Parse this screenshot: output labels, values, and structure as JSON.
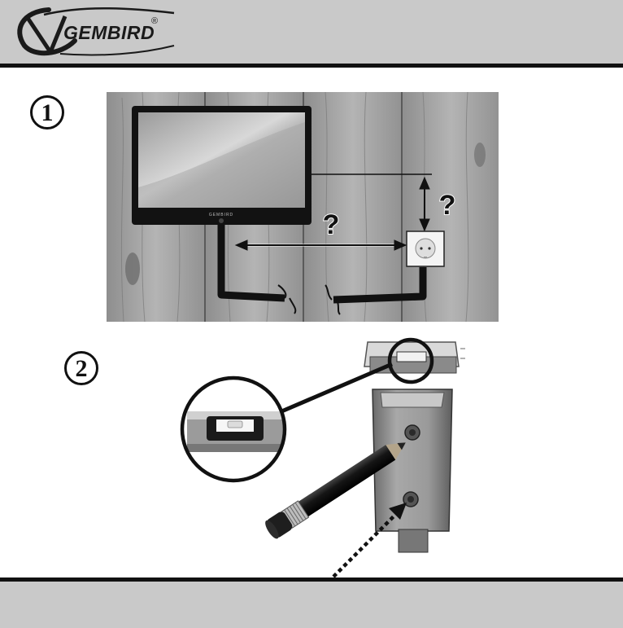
{
  "header": {
    "brand": "GEMBIRD",
    "registered_mark": "®"
  },
  "steps": [
    {
      "number": "1"
    },
    {
      "number": "2"
    }
  ],
  "illustration_1": {
    "distance_label_horizontal": "?",
    "distance_label_vertical": "?",
    "tv_badge": "GEMBIRD"
  },
  "colors": {
    "header_bg": "#c9c9c9",
    "border": "#111111",
    "wood_light": "#a9a9a9",
    "wood_dark": "#7b7b7b"
  }
}
